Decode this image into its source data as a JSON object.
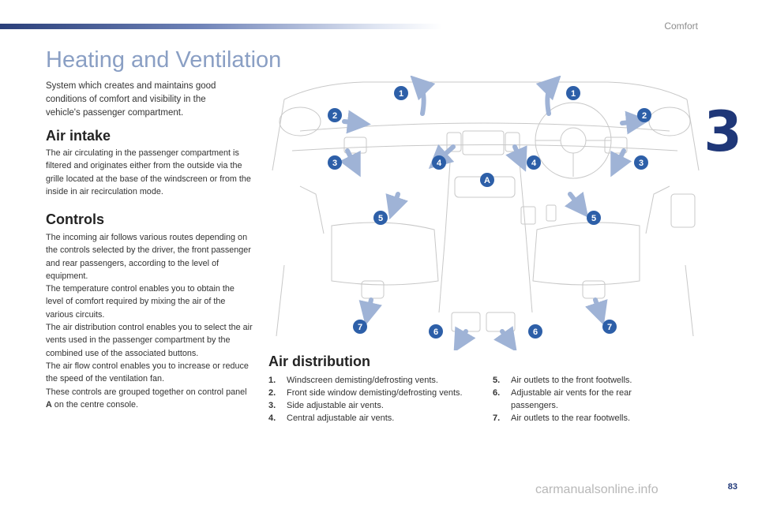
{
  "header": {
    "section": "Comfort",
    "chapter": "3"
  },
  "page": {
    "title": "Heating and Ventilation",
    "intro": "System which creates and maintains good conditions of comfort and visibility in the vehicle's passenger compartment.",
    "number": "83"
  },
  "air_intake": {
    "heading": "Air intake",
    "text": "The air circulating in the passenger compartment is filtered and originates either from the outside via the grille located at the base of the windscreen or from the inside in air recirculation mode."
  },
  "controls": {
    "heading": "Controls",
    "p1": "The incoming air follows various routes depending on the controls selected by the driver, the front passenger and rear passengers, according to the level of equipment.",
    "p2": "The temperature control enables you to obtain the level of comfort required by mixing the air of the various circuits.",
    "p3": "The air distribution control enables you to select the air vents used in the passenger compartment by the combined use of the associated buttons.",
    "p4": "The air flow control enables you to increase or reduce the speed of the ventilation fan.",
    "p5_start": "These controls are grouped together on control panel ",
    "p5_bold": "A",
    "p5_end": " on the centre console."
  },
  "illustration": {
    "panel_label": "A",
    "callouts": [
      "1",
      "1",
      "2",
      "2",
      "3",
      "3",
      "4",
      "4",
      "5",
      "5",
      "6",
      "6",
      "7",
      "7"
    ]
  },
  "air_distribution": {
    "heading": "Air distribution",
    "items": [
      {
        "num": "1.",
        "text": "Windscreen demisting/defrosting vents."
      },
      {
        "num": "2.",
        "text": "Front side window demisting/defrosting vents."
      },
      {
        "num": "3.",
        "text": "Side adjustable air vents."
      },
      {
        "num": "4.",
        "text": "Central adjustable air vents."
      },
      {
        "num": "5.",
        "text": "Air outlets to the front footwells."
      },
      {
        "num": "6.",
        "text": "Adjustable air vents for the rear passengers."
      },
      {
        "num": "7.",
        "text": "Air outlets to the rear footwells."
      }
    ]
  },
  "footer": {
    "watermark": "carmanualsonline.info"
  },
  "colors": {
    "accent_blue": "#1f3778",
    "title_blue": "#8a9fc4",
    "callout_blue": "#2d5fa8",
    "arrow_blue": "#9fb3d6"
  }
}
